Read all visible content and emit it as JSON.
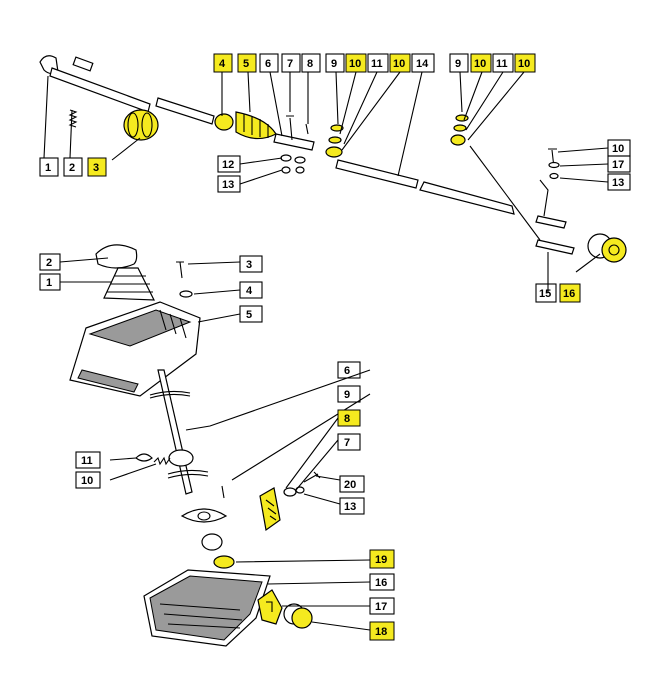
{
  "highlight_color": "#f5ea1f",
  "top_assembly": {
    "labels": {
      "l1": "1",
      "l2": "2",
      "l3": "3",
      "l4": "4",
      "l5": "5",
      "l6": "6",
      "l7": "7",
      "l8": "8",
      "l9a": "9",
      "l10a": "10",
      "l11a": "11",
      "l10b": "10",
      "l14": "14",
      "l9b": "9",
      "l10c": "10",
      "l11b": "11",
      "l10d": "10",
      "l12": "12",
      "l13": "13",
      "r10": "10",
      "r17": "17",
      "r13": "13",
      "l15": "15",
      "l16": "16"
    }
  },
  "bottom_assembly": {
    "labels": {
      "b2": "2",
      "b1": "1",
      "b3": "3",
      "b4": "4",
      "b5": "5",
      "b6": "6",
      "b9": "9",
      "b8": "8",
      "b7": "7",
      "b11": "11",
      "b10": "10",
      "b20": "20",
      "b13": "13",
      "b19": "19",
      "b16": "16",
      "b17": "17",
      "b18": "18"
    }
  }
}
